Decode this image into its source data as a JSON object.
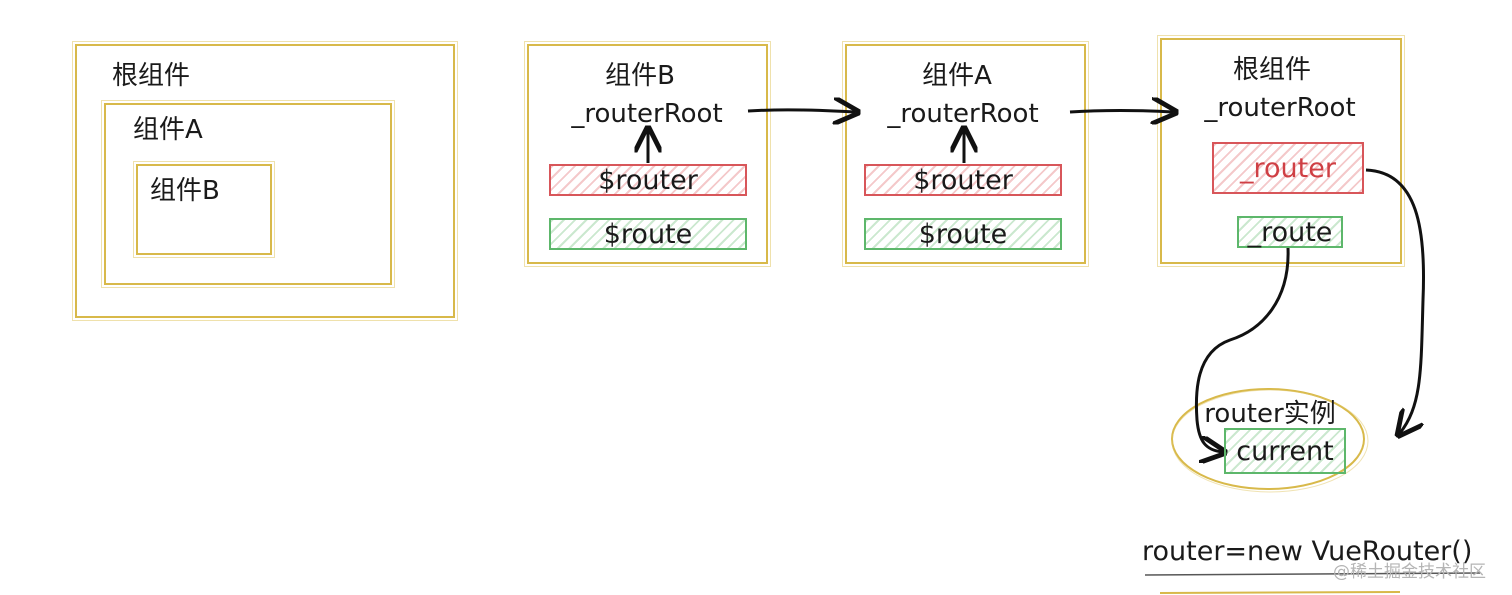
{
  "left_diagram": {
    "root_label": "根组件",
    "a_label": "组件A",
    "b_label": "组件B"
  },
  "chain": {
    "b": {
      "name": "组件B",
      "root": "_routerRoot",
      "router": "$router",
      "route": "$route"
    },
    "a": {
      "name": "组件A",
      "root": "_routerRoot",
      "router": "$router",
      "route": "$route"
    },
    "root": {
      "name": "根组件",
      "root": "_routerRoot",
      "router": "_router",
      "route": "_route"
    }
  },
  "instance": {
    "label": "router实例",
    "current": "current"
  },
  "code": "router=new VueRouter()",
  "watermark": "@稀土掘金技术社区",
  "colors": {
    "frame": "#d8b94a",
    "router": "#d8565a",
    "route": "#5db76b"
  }
}
